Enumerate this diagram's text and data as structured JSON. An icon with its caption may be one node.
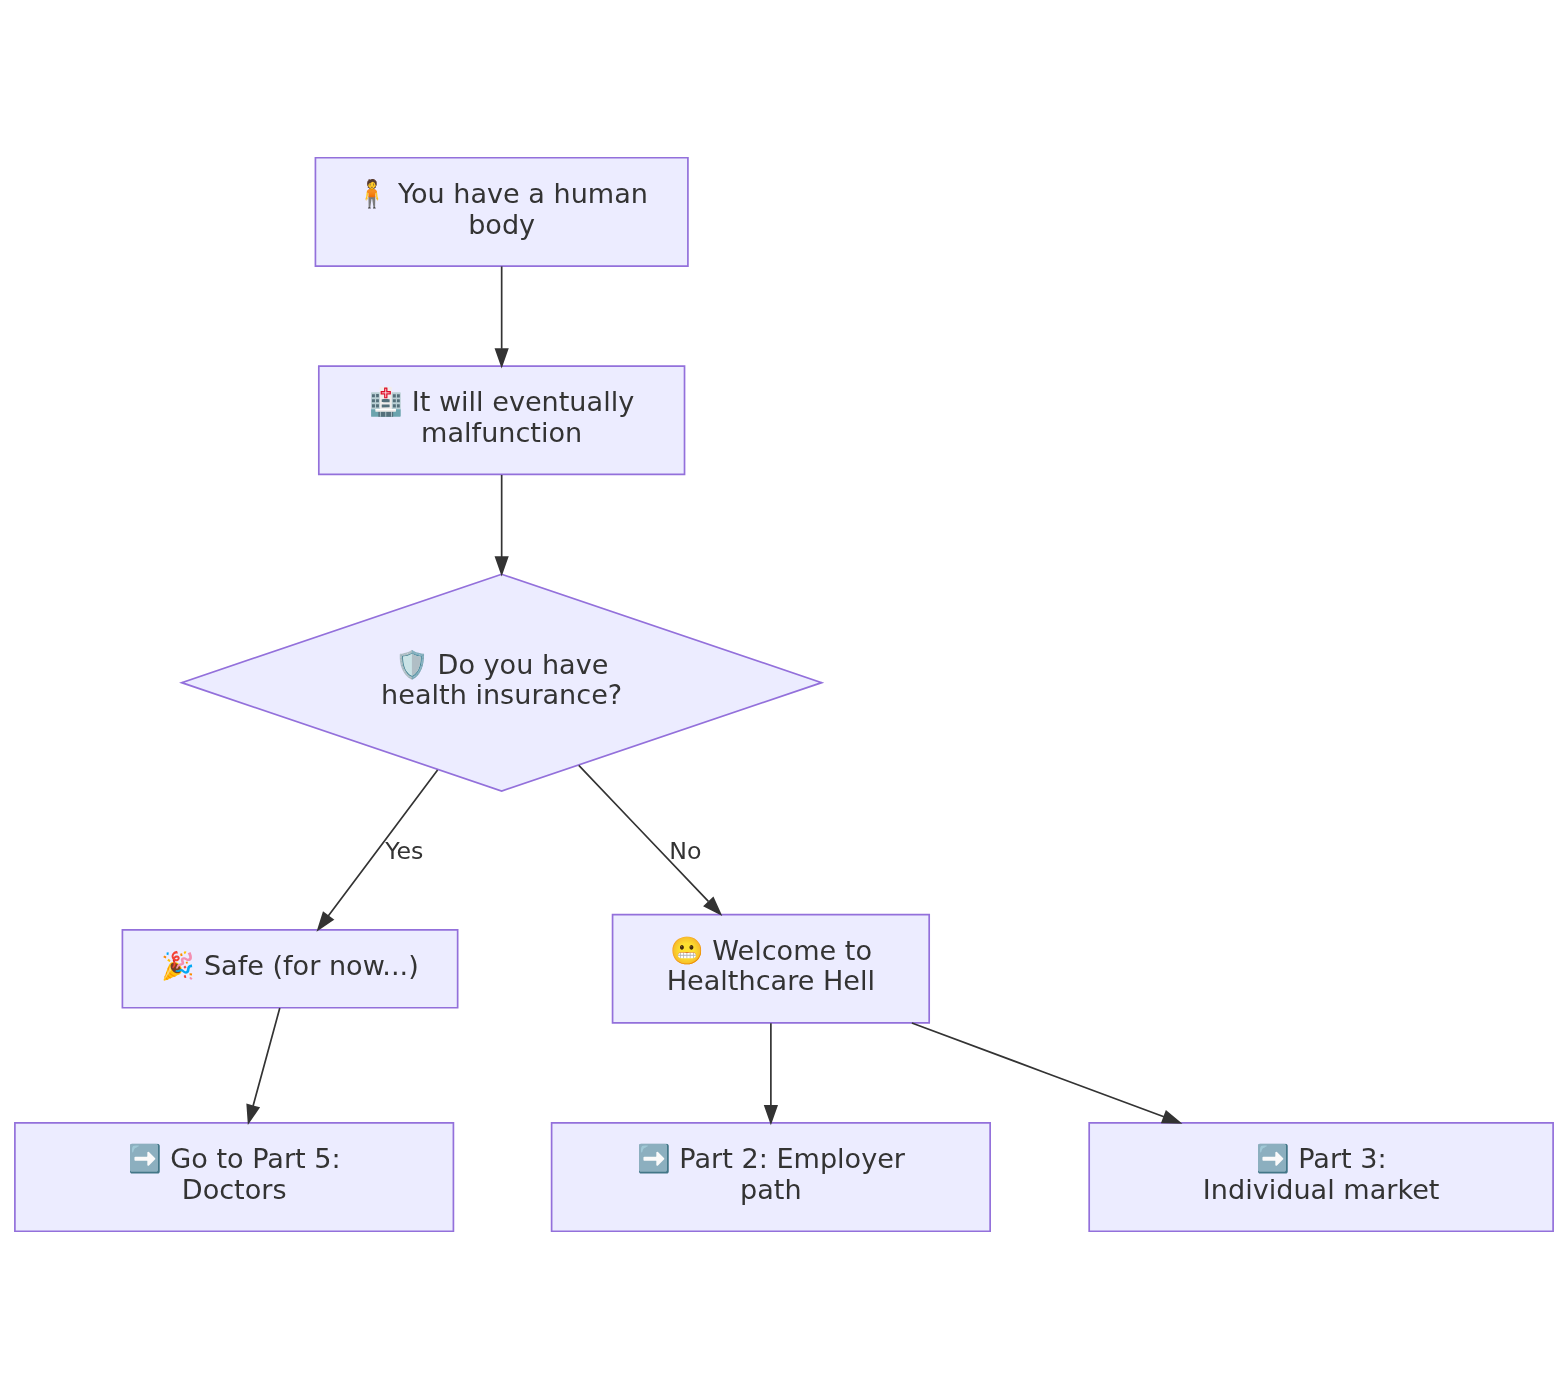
{
  "diagram": {
    "nodes": [
      {
        "text": [
          "🧍 You have a human body"
        ]
      },
      {
        "text": [
          "🏥 It will eventually malfunction"
        ]
      },
      {
        "text": [
          "🛡️ Do you have health insurance?"
        ]
      },
      {
        "text": [
          "🎉 Safe (for now...)"
        ]
      },
      {
        "text": [
          "😬 Welcome to Healthcare Hell"
        ]
      },
      {
        "text": [
          "➡️ Go to Part 5: Doctors"
        ]
      },
      {
        "text": [
          "➡️ Part 2: Employer path"
        ]
      },
      {
        "text": [
          "➡️ Part 3: Individual market"
        ]
      }
    ],
    "edges": [
      {
        "from": 0,
        "to": 1,
        "arrow": "to"
      },
      {
        "from": 1,
        "to": 2,
        "arrow": "to"
      },
      {
        "from": 2,
        "to": 3,
        "arrow": "to",
        "label": "Yes"
      },
      {
        "from": 2,
        "to": 4,
        "arrow": "to",
        "label": "No"
      },
      {
        "from": 3,
        "to": 5,
        "arrow": "to"
      },
      {
        "from": 4,
        "to": 6,
        "arrow": "to"
      },
      {
        "from": 4,
        "to": 7,
        "arrow": "to"
      }
    ]
  }
}
